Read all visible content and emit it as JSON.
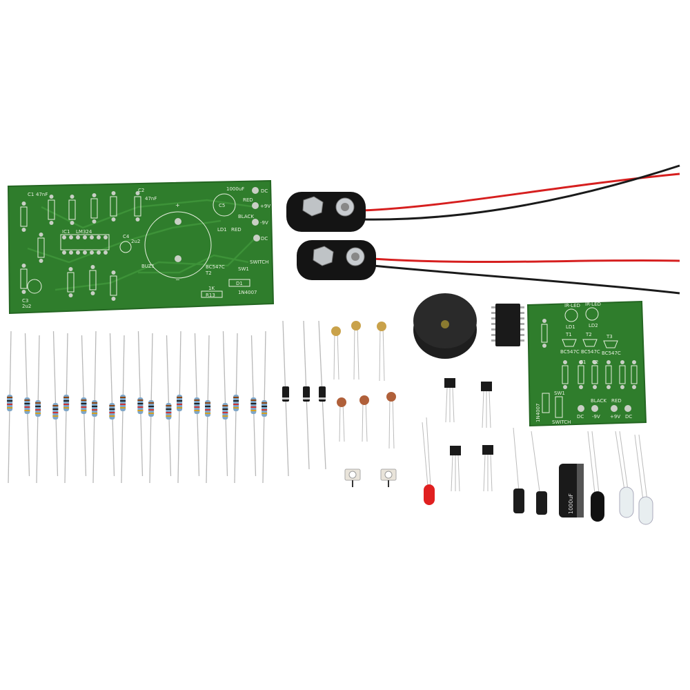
{
  "colors": {
    "pcb_green": "#2f7d2c",
    "silkscreen": "#e8f0e0",
    "pad_silver": "#c9cfc5",
    "resistor_body": "#7fa6c8",
    "wire_red": "#d61f1f",
    "wire_black": "#1a1a1a",
    "ceramic_cap": "#c9a24a",
    "background": "#ffffff"
  },
  "main_pcb": {
    "labels": {
      "ic": "IC1",
      "ic_part": "LM324",
      "diode": "D1",
      "diode_part": "1N4007",
      "r13": "R13",
      "r13_value": "1K",
      "cap": "C5",
      "cap_value": "1000uF",
      "led": "LD1",
      "led_color": "RED",
      "buzzer": "BUZ1",
      "transistor": "T2",
      "transistor_part": "BC547C",
      "switch": "SW1",
      "switch_label": "SWITCH",
      "term_dc1": "DC",
      "term_red": "RED",
      "term_pos": "+9V",
      "term_black": "BLACK",
      "term_neg": "-9V",
      "term_dc2": "DC",
      "c4": "C4",
      "c4_value": "2u2",
      "c3": "C3",
      "c3_value": "2u2",
      "c1": "C1",
      "c1_value": "47nF",
      "c2": "C2",
      "c2_value": "47nF"
    }
  },
  "small_pcb": {
    "labels": {
      "irled1": "IR-LED",
      "irled2": "IR-LED",
      "ld1": "LD1",
      "ld2": "LD2",
      "t1": "T1",
      "t2": "T2",
      "t3": "T3",
      "t1_part": "BC547C",
      "t2_part": "BC547C",
      "t3_part": "BC547C",
      "c1": "C1",
      "c2": "C2",
      "diode_part": "1N4007",
      "sw": "SW1",
      "switch_label": "SWITCH",
      "black": "BLACK",
      "red": "RED",
      "dc1": "DC",
      "neg": "-9V",
      "pos": "+9V",
      "dc2": "DC"
    }
  },
  "components": {
    "big_cap_label": "1000uF",
    "resistor_count": 19,
    "diode_count": 3,
    "ceramic_cap_count": 6,
    "transistor_count": 4,
    "battery_clip_count": 2
  }
}
